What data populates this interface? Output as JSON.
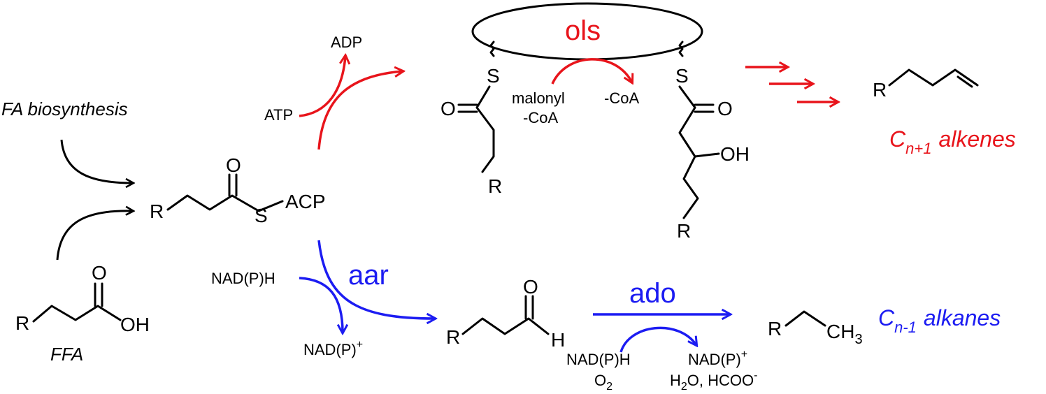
{
  "colors": {
    "red": "#e8141b",
    "blue": "#1c1cf2",
    "black": "#000000"
  },
  "inputs": {
    "fa_biosynthesis": "FA biosynthesis",
    "ffa": "FFA"
  },
  "atoms": {
    "R": "R",
    "O": "O",
    "S": "S",
    "OH": "OH",
    "H": "H",
    "ACP": "ACP",
    "CH": "CH",
    "CH_sub": "3"
  },
  "cofactors": {
    "atp": "ATP",
    "adp": "ADP",
    "malonyl_1": "malonyl",
    "malonyl_2": "-CoA",
    "coa_released": "-CoA",
    "nadph_aar": "NAD(P)H",
    "nadp_aar": "NAD(P)",
    "nadp_plus": "+",
    "nadph_ado": "NAD(P)H",
    "o2": "O",
    "o2_sub": "2",
    "nadp_ado": "NAD(P)",
    "nadp_ado_plus": "+",
    "h2o_formate": "H",
    "h2o_sub": "2",
    "h2o_rest": "O, HCOO",
    "formate_charge": "-"
  },
  "enzymes": {
    "ols": "ols",
    "aar": "aar",
    "ado": "ado"
  },
  "products": {
    "alkenes_c": "C",
    "alkenes_sub": "n+1",
    "alkenes_word": "alkenes",
    "alkanes_c": "C",
    "alkanes_sub": "n-1",
    "alkanes_word": "alkanes"
  }
}
